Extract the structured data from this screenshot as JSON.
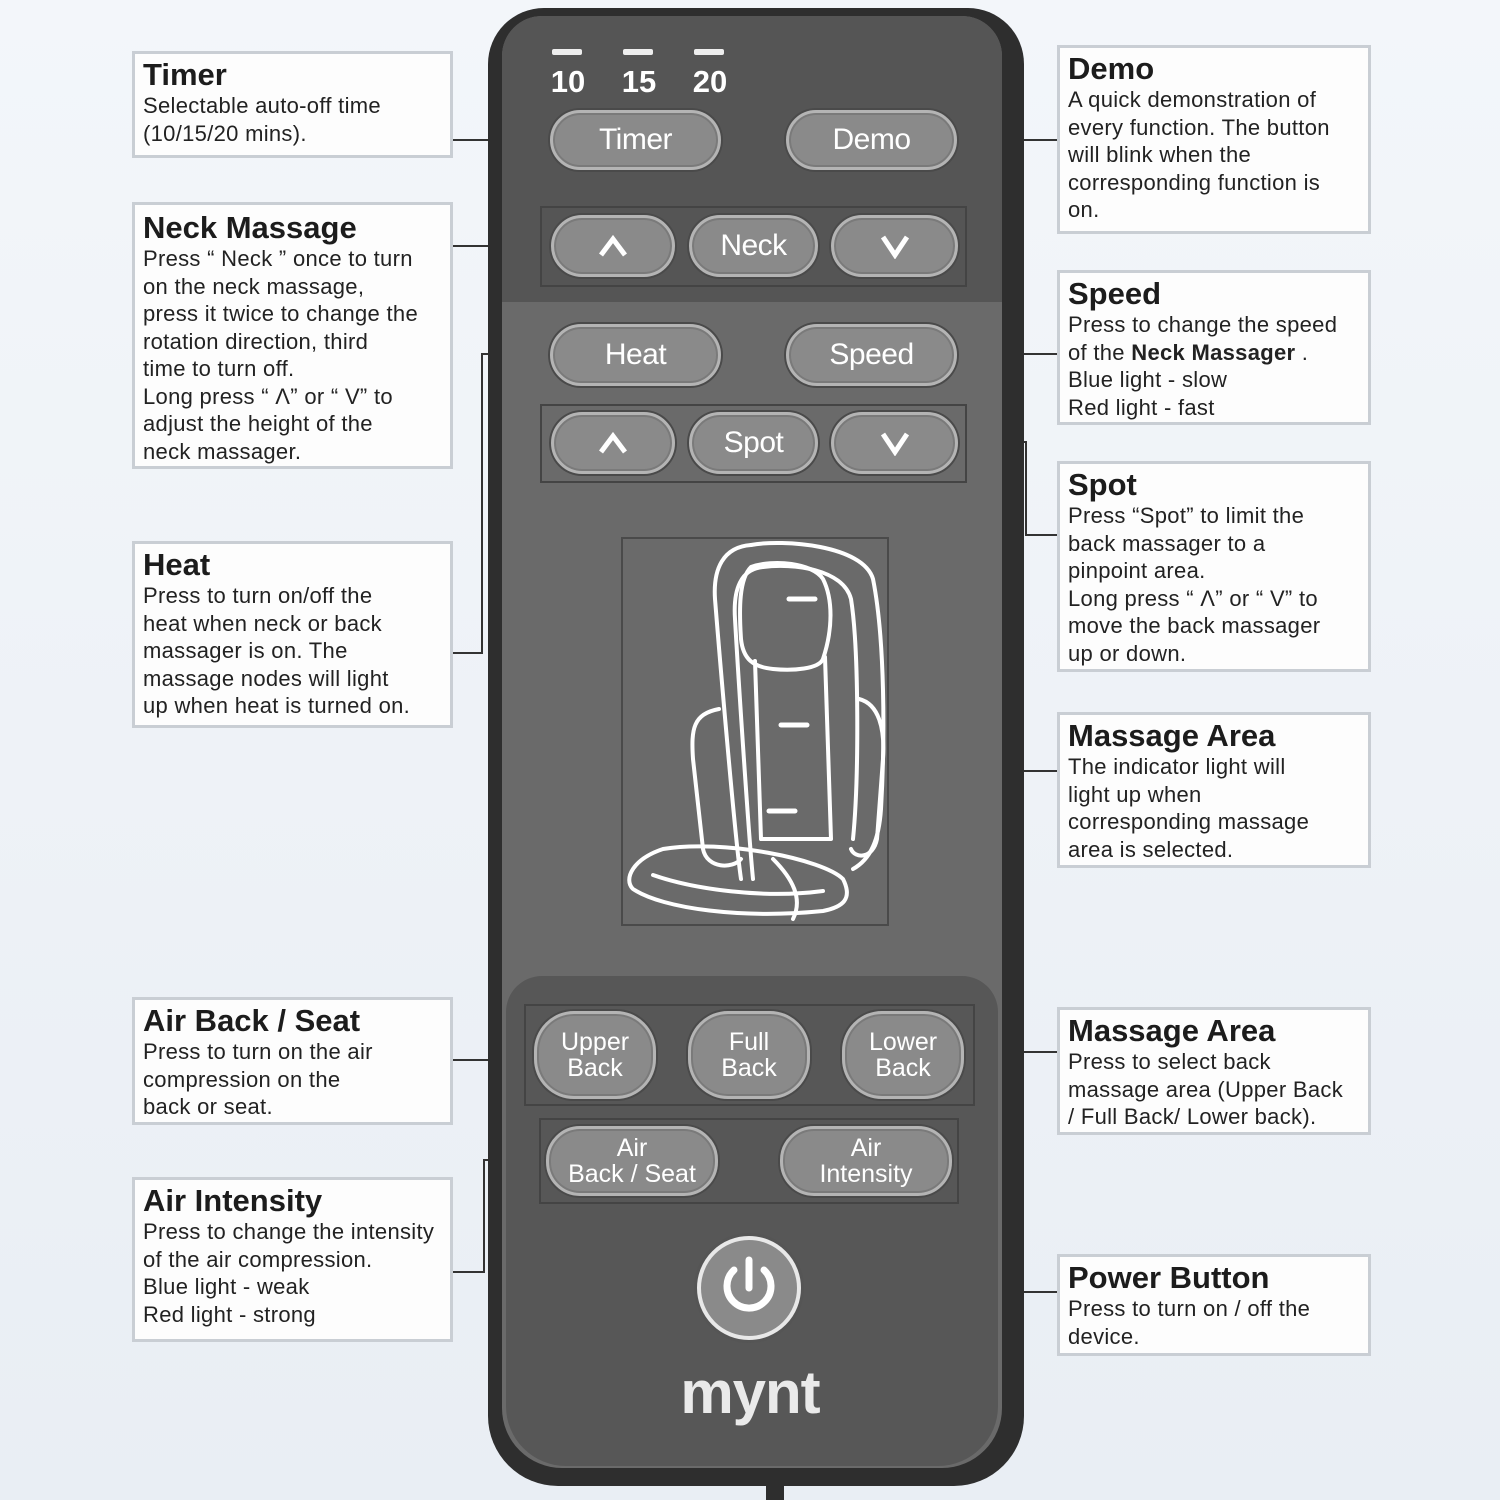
{
  "callouts": {
    "timer": {
      "title": "Timer",
      "lines": [
        "Selectable auto-off time",
        "(10/15/20 mins)."
      ]
    },
    "neck": {
      "title": "Neck Massage",
      "lines": [
        "Press “ Neck ” once to turn",
        "on the neck massage,",
        "press it twice to change the",
        "rotation direction, third",
        "time to turn off.",
        "Long press “  Λ” or “   V” to",
        "adjust the height of the",
        "neck massager."
      ]
    },
    "heat": {
      "title": "Heat",
      "lines": [
        "Press to turn on/off the",
        "heat when neck or back",
        "massager is on. The",
        "massage nodes will light",
        "up when heat is turned on."
      ]
    },
    "air_back_seat": {
      "title": "Air Back / Seat",
      "lines": [
        "Press to turn on the air",
        "compression on the",
        "back or seat."
      ]
    },
    "air_intensity": {
      "title": "Air Intensity",
      "lines": [
        "Press to change the intensity",
        "of the air compression.",
        "Blue light - weak",
        "Red light - strong"
      ]
    },
    "demo": {
      "title": "Demo",
      "lines": [
        "A quick demonstration of",
        "every function. The button",
        "will blink when the",
        "corresponding function is",
        "on."
      ]
    },
    "speed": {
      "title": "Speed",
      "line1_pre": "Press to change the speed",
      "line2_pre": "of the ",
      "line2_bold": "Neck Massager",
      "line2_post": "  .",
      "lines_rest": [
        "Blue light - slow",
        "Red light - fast"
      ]
    },
    "spot": {
      "title": "Spot",
      "lines": [
        "Press “Spot” to limit the",
        "back massager to a",
        "pinpoint area.",
        "Long press “  Λ” or “   V” to",
        "move the back massager",
        "up or down."
      ]
    },
    "massage_area_indicator": {
      "title": "Massage Area",
      "lines": [
        "The indicator light will",
        "light up when",
        "corresponding massage",
        "area is selected."
      ]
    },
    "massage_area_select": {
      "title": "Massage Area",
      "lines": [
        "Press to select back",
        "massage area (Upper Back",
        "/ Full Back/ Lower back)."
      ]
    },
    "power": {
      "title": "Power Button",
      "lines": [
        "Press to turn on / off the",
        "device."
      ]
    }
  },
  "remote": {
    "timer_values": [
      "10",
      "15",
      "20"
    ],
    "buttons": {
      "timer": "Timer",
      "demo": "Demo",
      "neck_up": "Λ",
      "neck": "Neck",
      "neck_down": "V",
      "heat": "Heat",
      "speed": "Speed",
      "spot_up": "Λ",
      "spot": "Spot",
      "spot_down": "V",
      "upper_back": [
        "Upper",
        "Back"
      ],
      "full_back": [
        "Full",
        "Back"
      ],
      "lower_back": [
        "Lower",
        "Back"
      ],
      "air_back_seat": [
        "Air",
        "Back / Seat"
      ],
      "air_intensity": [
        "Air",
        "Intensity"
      ]
    },
    "logo": "mynt"
  },
  "colors": {
    "remote_body": "#2e2e2e",
    "remote_face": "#6a6a6a",
    "button_fill": "#8a8a8a",
    "callout_border": "#c9ced4"
  },
  "icons": [
    "chair-outline-icon",
    "power-icon",
    "up-arrow-icon",
    "down-arrow-icon"
  ]
}
